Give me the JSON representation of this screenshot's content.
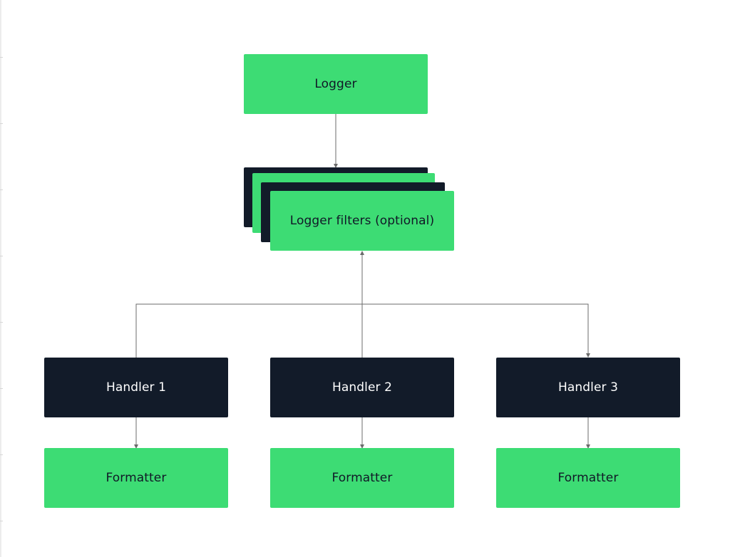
{
  "colors": {
    "node_green": "#3ddc74",
    "node_dark": "#121b29",
    "connector": "#6b6b6b",
    "canvas": "#ffffff"
  },
  "nodes": {
    "logger": "Logger",
    "logger_filters": "Logger filters (optional)",
    "handler_1": "Handler 1",
    "handler_2": "Handler 2",
    "handler_3": "Handler 3",
    "formatter_1": "Formatter",
    "formatter_2": "Formatter",
    "formatter_3": "Formatter"
  }
}
